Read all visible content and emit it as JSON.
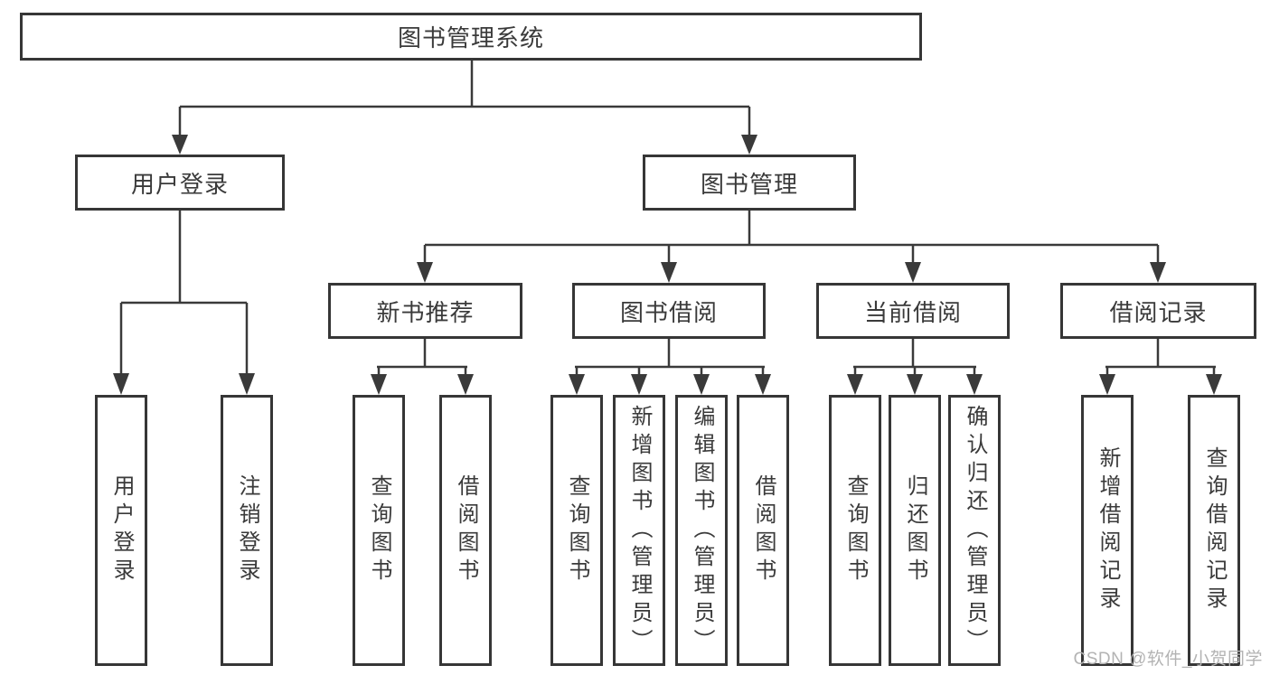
{
  "diagram": {
    "root": "图书管理系统",
    "level2": [
      "用户登录",
      "图书管理"
    ],
    "level3": [
      "新书推荐",
      "图书借阅",
      "当前借阅",
      "借阅记录"
    ],
    "leaves": [
      [
        "用户登录",
        "注销登录"
      ],
      [
        "查询图书",
        "借阅图书"
      ],
      [
        "查询图书",
        "新增图书（管理员）",
        "编辑图书（管理员）",
        "借阅图书"
      ],
      [
        "查询图书",
        "归还图书",
        "确认归还（管理员）"
      ],
      [
        "新增借阅记录",
        "查询借阅记录"
      ]
    ]
  },
  "watermark": "CSDN @软件_小贺同学",
  "colors": {
    "line": "#3a3a3a",
    "text": "#3a3a3a",
    "box_background": "#ffffff",
    "watermark": "#b3b3b3",
    "page_background": "#ffffff"
  }
}
